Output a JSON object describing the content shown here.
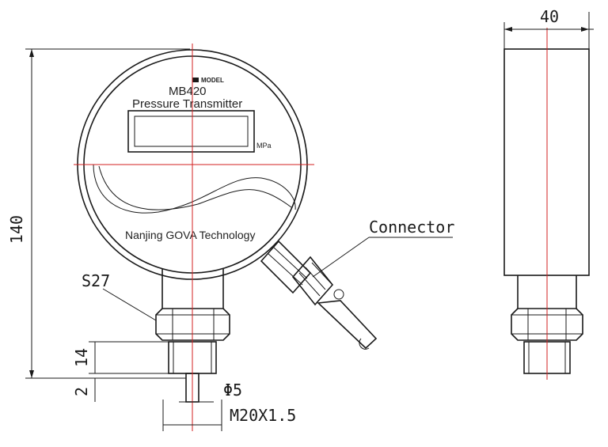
{
  "dial": {
    "brand": "MODEL",
    "model": "MB420",
    "product": "Pressure Transmitter",
    "unit": "MPa",
    "company": "Nanjing GOVA Technology"
  },
  "dimensions": {
    "height": "140",
    "width": "40",
    "wrench": "S27",
    "thread_len": "14",
    "tip_len": "2",
    "bore": "Φ5",
    "thread": "M20X1.5"
  },
  "callouts": {
    "connector": "Connector"
  },
  "colors": {
    "outline": "#1a1a1a",
    "centerline": "#d32020"
  }
}
